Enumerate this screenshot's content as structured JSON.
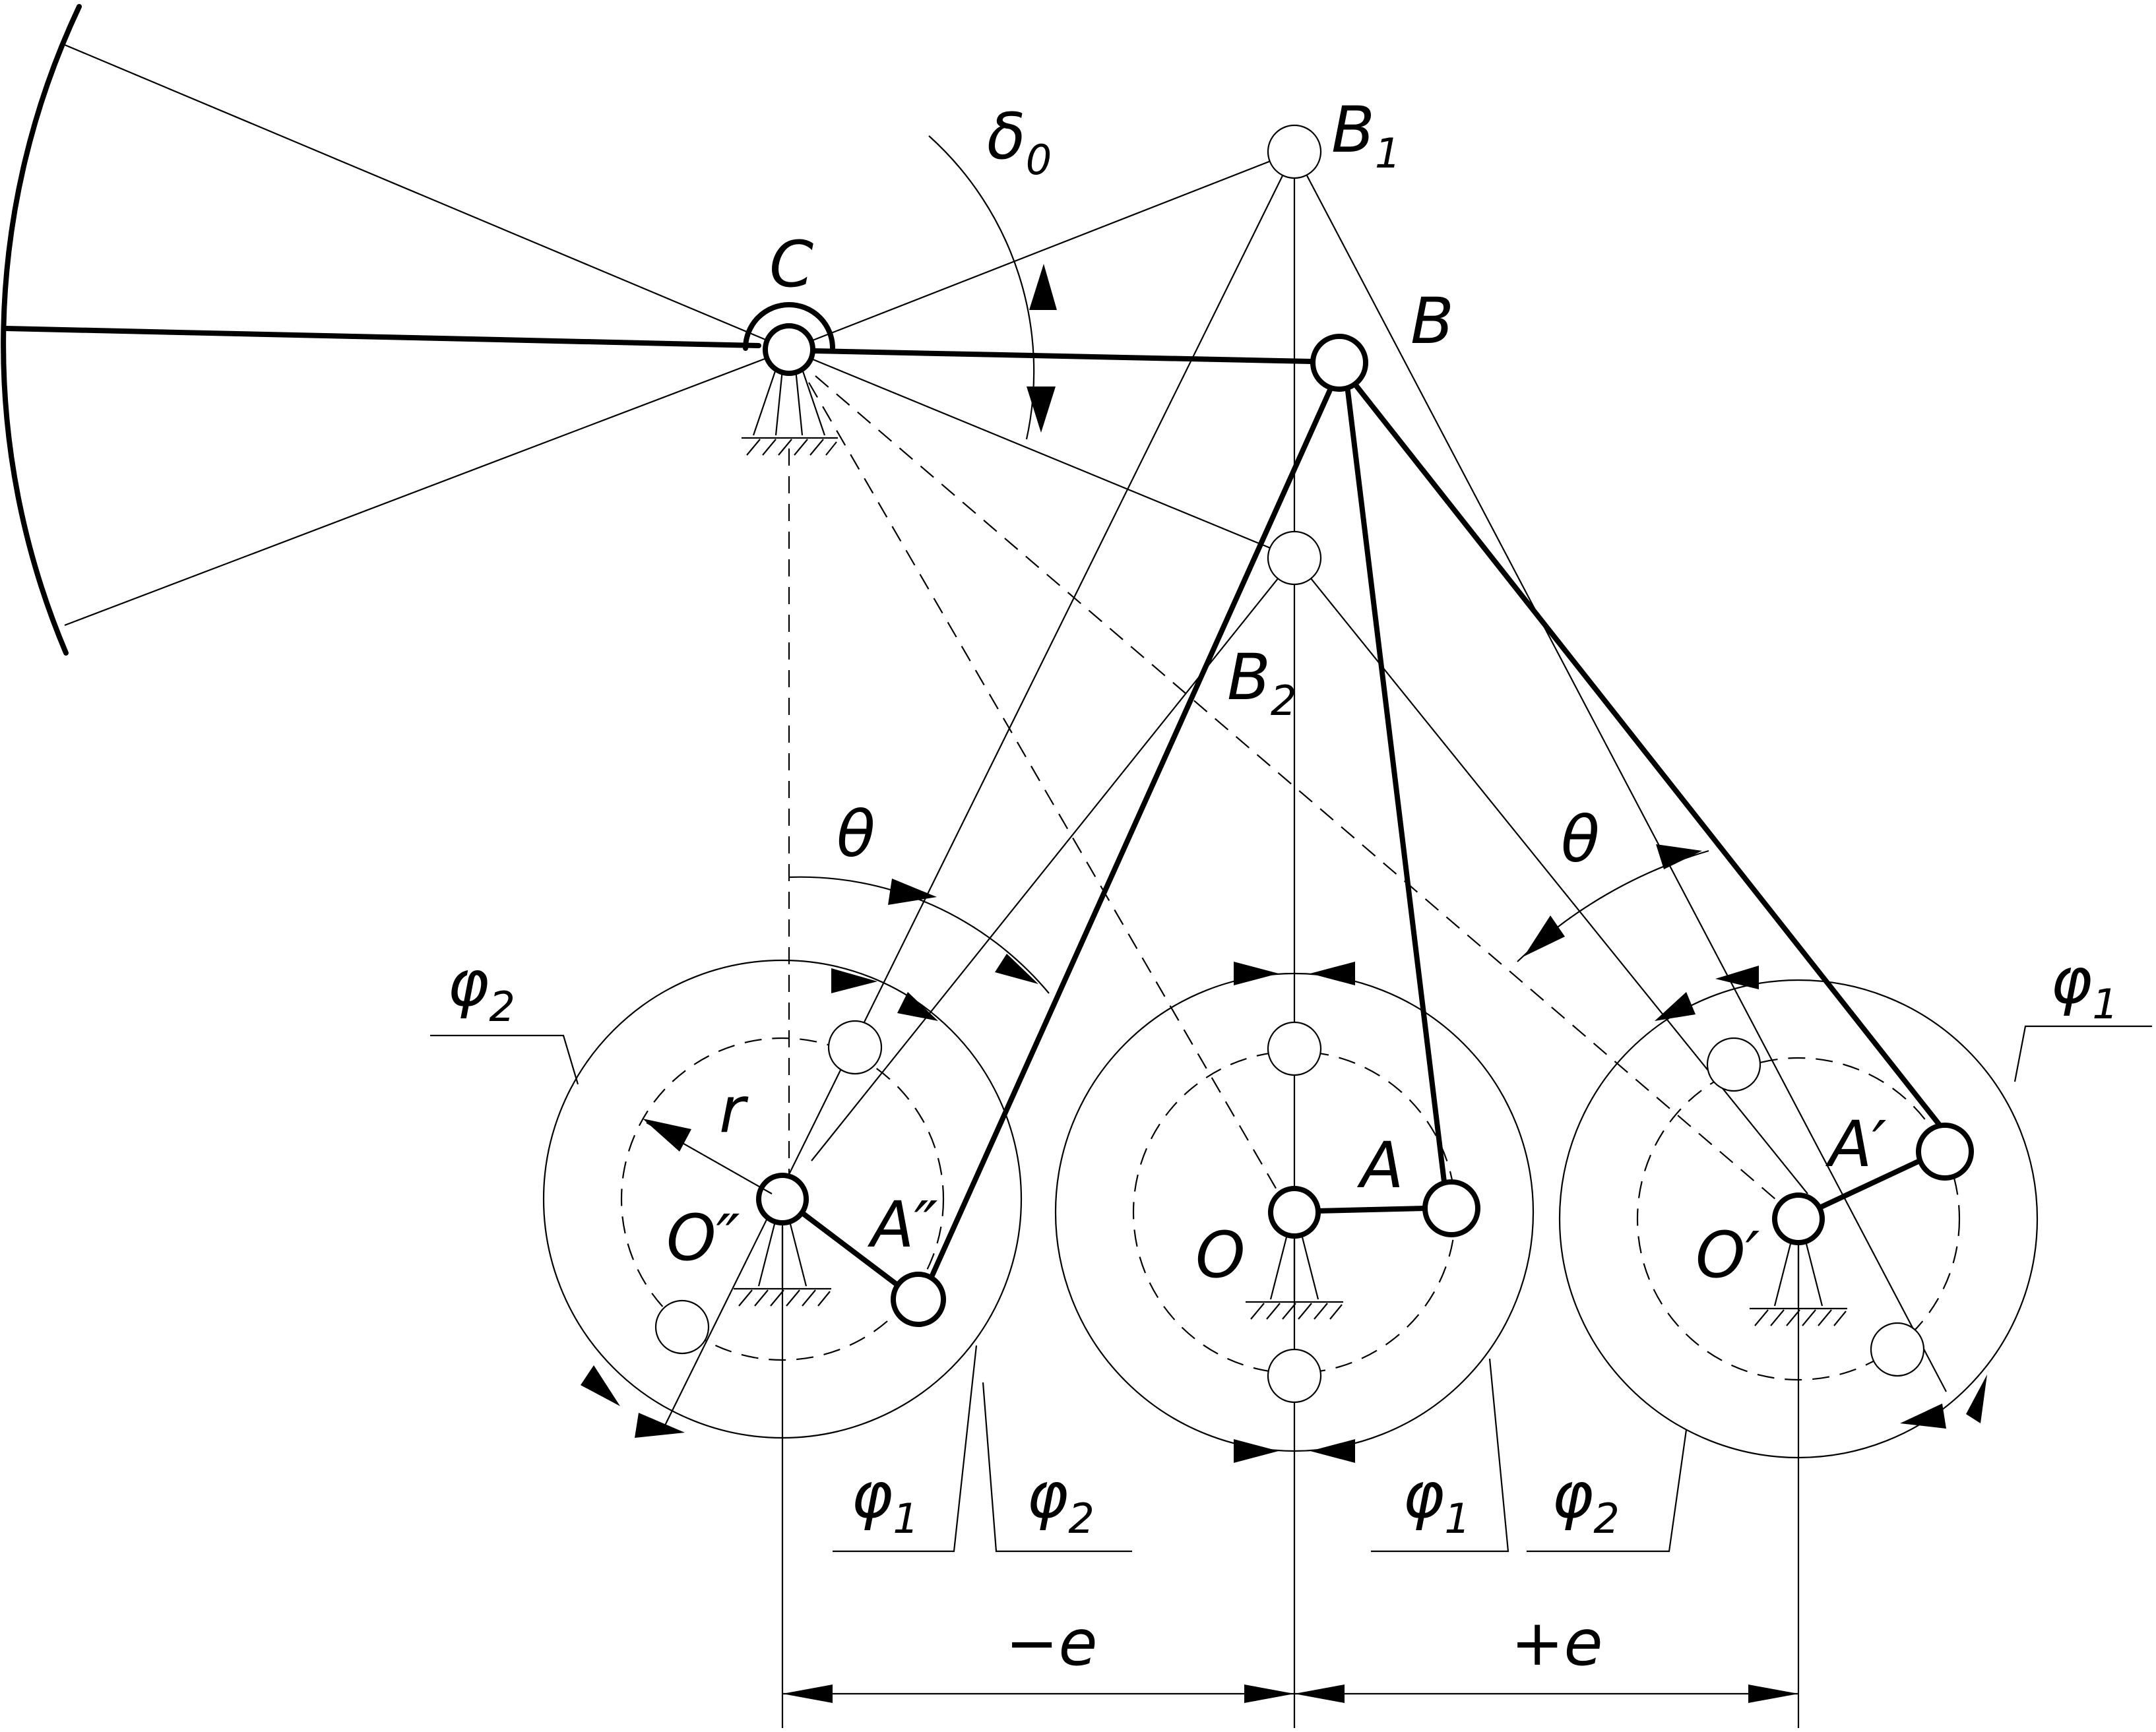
{
  "labels": {
    "C": "C",
    "B": "B",
    "B1": "B",
    "B1_sub": "1",
    "B2": "B",
    "B2_sub": "2",
    "delta0": "δ",
    "delta0_sub": "0",
    "theta_left": "θ",
    "theta_right": "θ",
    "phi1_right": "φ",
    "phi1_right_sub": "1",
    "phi2_left": "φ",
    "phi2_left_sub": "2",
    "phi1_left": "φ",
    "phi1_left_sub": "1",
    "phi2_mid": "φ",
    "phi2_mid_sub": "2",
    "phi1_mid": "φ",
    "phi1_mid_sub": "1",
    "phi2_right": "φ",
    "phi2_right_sub": "2",
    "r": "r",
    "O_dd": "O″",
    "A_dd": "A″",
    "O": "O",
    "A": "A",
    "O_d": "O′",
    "A_d": "A′",
    "minus_e": "−e",
    "plus_e": "+e"
  }
}
